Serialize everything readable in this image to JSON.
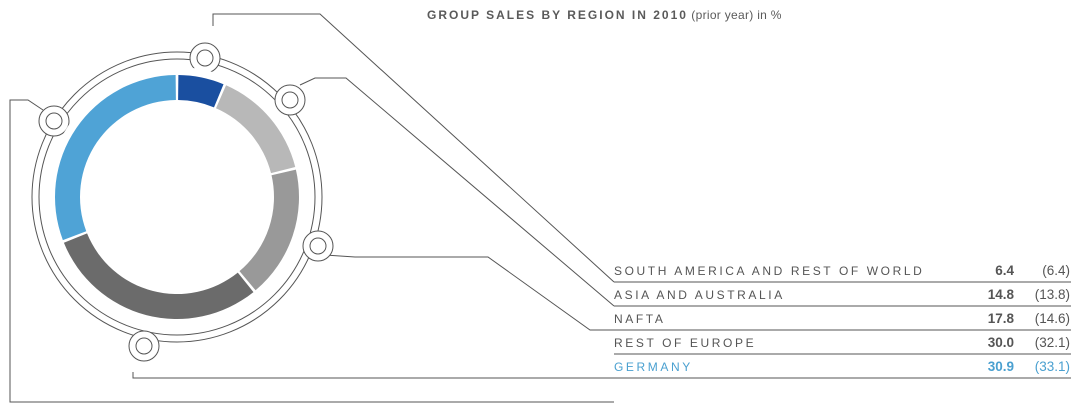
{
  "title": {
    "bold": "GROUP SALES BY REGION IN 2010",
    "rest": "(prior year) in %"
  },
  "chart_data": {
    "type": "pie",
    "title": "GROUP SALES BY REGION IN 2010 (prior year) in %",
    "categories": [
      "SOUTH AMERICA AND REST OF WORLD",
      "ASIA AND AUSTRALIA",
      "NAFTA",
      "REST OF EUROPE",
      "GERMANY"
    ],
    "values": [
      6.4,
      14.8,
      17.8,
      30.0,
      30.9
    ],
    "prior_values": [
      6.4,
      13.8,
      14.6,
      32.1,
      33.1
    ],
    "value_labels": [
      "6.4",
      "14.8",
      "17.8",
      "30.0",
      "30.9"
    ],
    "prior_labels": [
      "(6.4)",
      "(13.8)",
      "(14.6)",
      "(32.1)",
      "(33.1)"
    ],
    "colors": [
      "#1a4fa0",
      "#b8b8b8",
      "#999999",
      "#6b6b6b",
      "#4fa3d6"
    ],
    "highlight_color": "#4aa0d0",
    "line_color": "#555555"
  }
}
